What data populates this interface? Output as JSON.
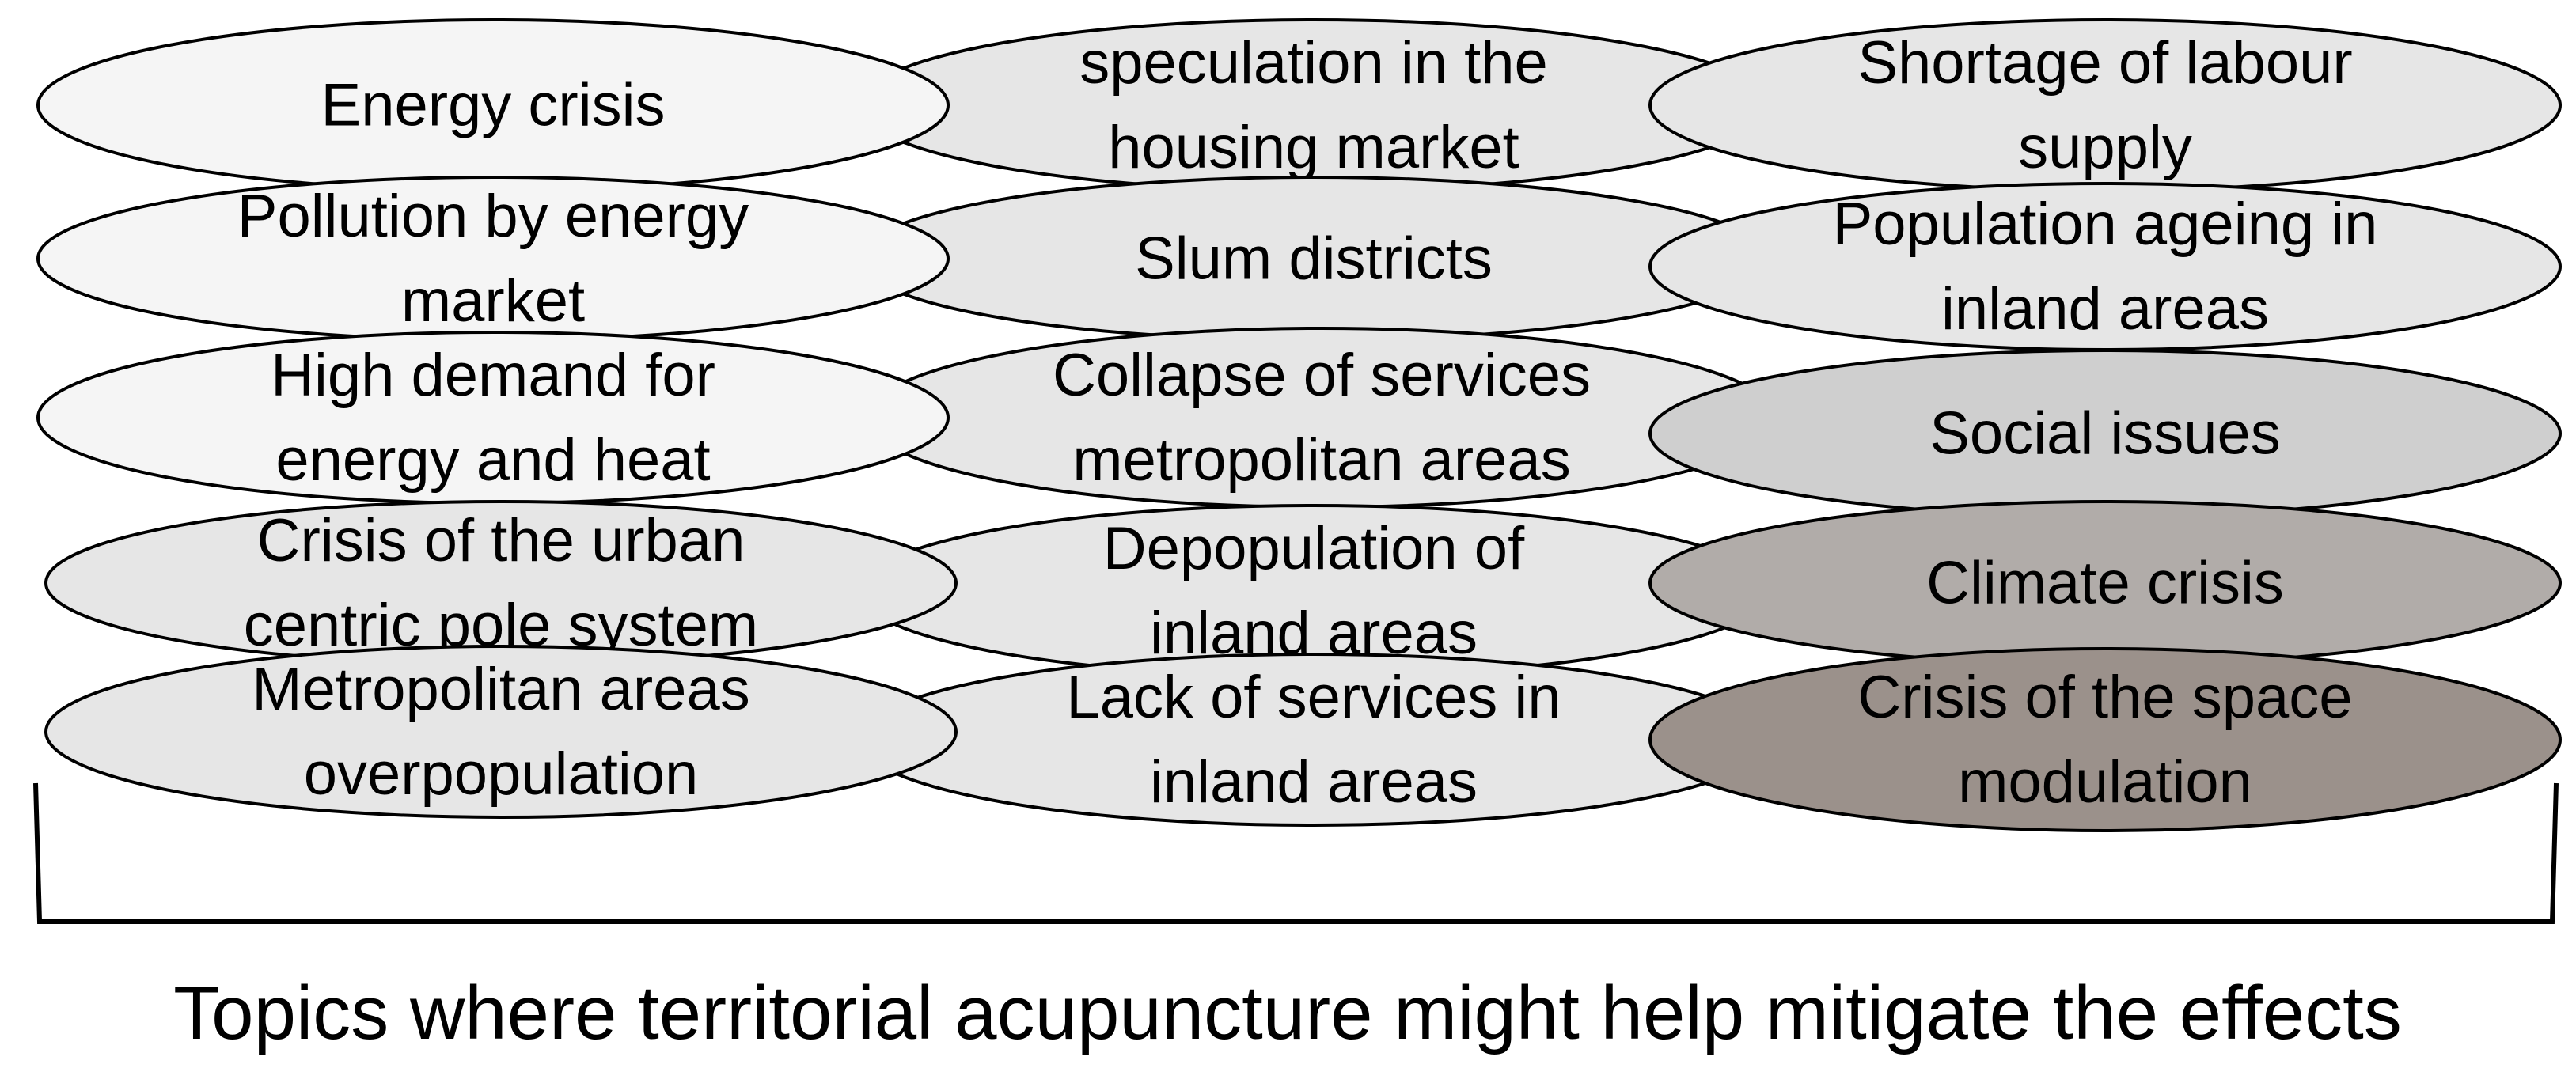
{
  "topics": [
    {
      "lines": [
        "Energy crisis"
      ],
      "fill": "#f5f5f5"
    },
    {
      "lines": [
        "speculation in the",
        "housing market"
      ],
      "fill": "#e6e6e6"
    },
    {
      "lines": [
        "Shortage of labour",
        "supply"
      ],
      "fill": "#e6e6e6"
    },
    {
      "lines": [
        "Pollution by energy",
        "market"
      ],
      "fill": "#f5f5f5"
    },
    {
      "lines": [
        "Slum districts"
      ],
      "fill": "#e6e6e6"
    },
    {
      "lines": [
        "Population ageing in",
        "inland areas"
      ],
      "fill": "#e6e6e6"
    },
    {
      "lines": [
        "High demand for",
        "energy and heat"
      ],
      "fill": "#f5f5f5"
    },
    {
      "lines": [
        "Collapse of services",
        "metropolitan areas"
      ],
      "fill": "#e6e6e6"
    },
    {
      "lines": [
        "Social issues"
      ],
      "fill": "#cfcfcf"
    },
    {
      "lines": [
        "Crisis of the urban",
        "centric pole system"
      ],
      "fill": "#e6e6e6"
    },
    {
      "lines": [
        "Depopulation of",
        "inland areas"
      ],
      "fill": "#e6e6e6"
    },
    {
      "lines": [
        "Climate crisis"
      ],
      "fill": "#b1aca9"
    },
    {
      "lines": [
        "Metropolitan areas",
        "overpopulation"
      ],
      "fill": "#e6e6e6"
    },
    {
      "lines": [
        "Lack of services in",
        "inland areas"
      ],
      "fill": "#e6e6e6"
    },
    {
      "lines": [
        "Crisis of the space",
        "modulation"
      ],
      "fill": "#9b918b"
    }
  ],
  "caption": "Topics where territorial acupuncture might help mitigate the effects"
}
